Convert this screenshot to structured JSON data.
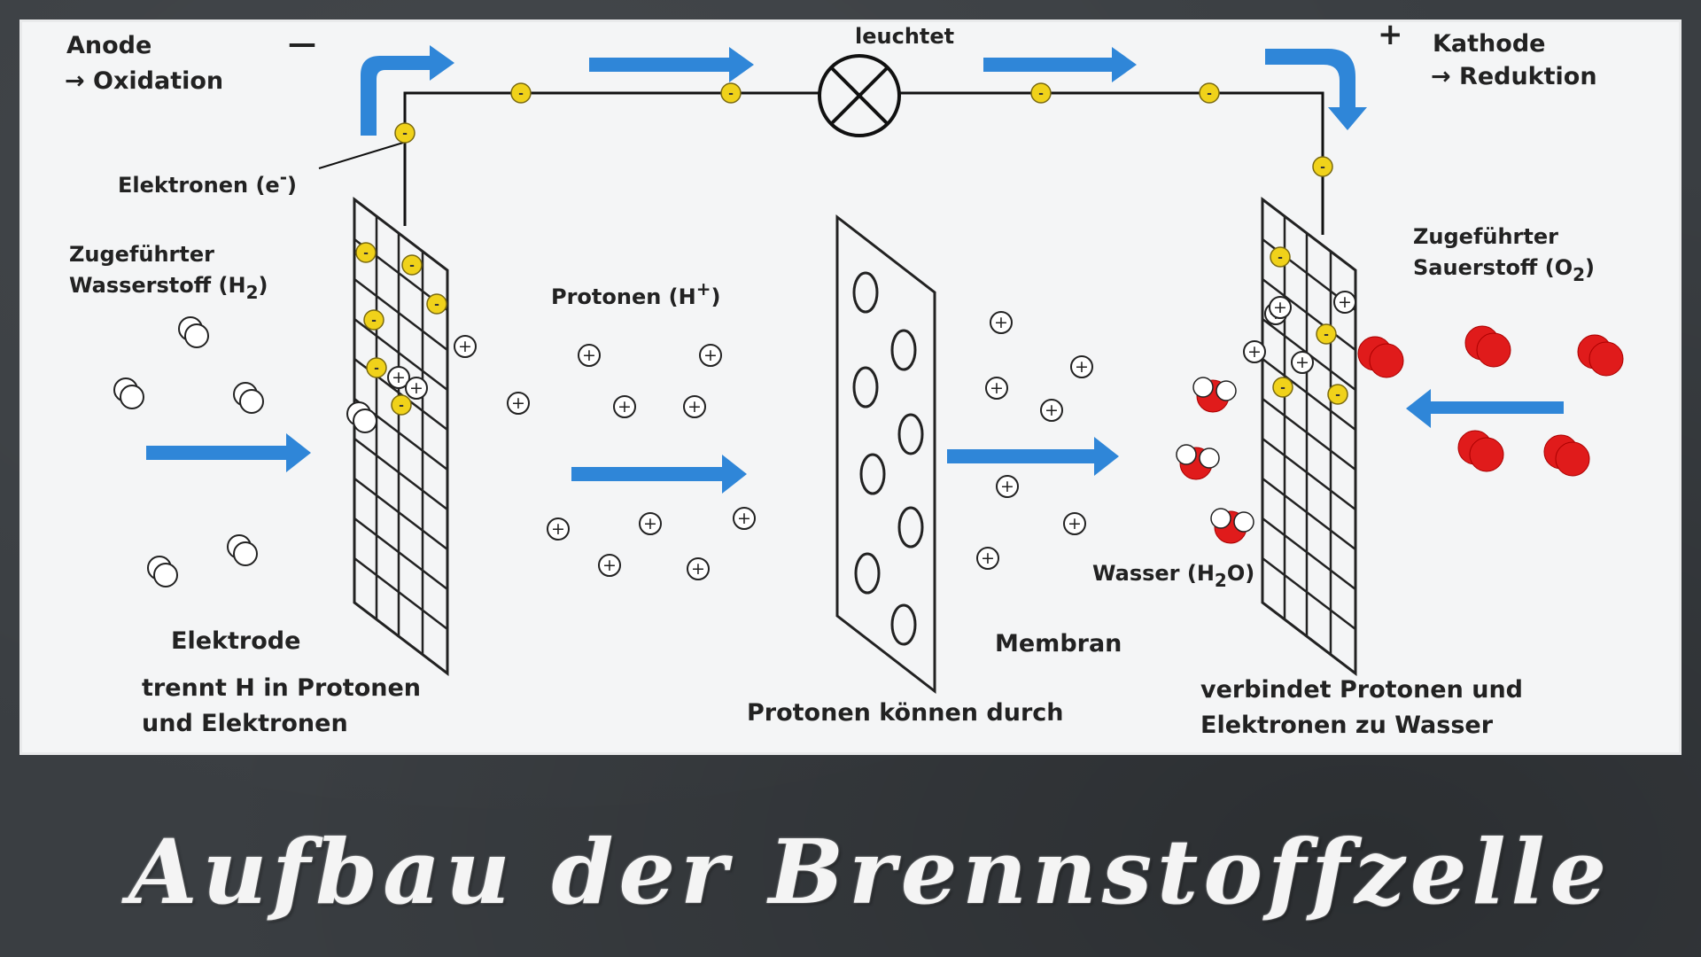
{
  "labels": {
    "anode": "Anode",
    "anode_process": "→ Oxidation",
    "anode_sign": "—",
    "cathode": "Kathode",
    "cathode_process": "→ Reduktion",
    "cathode_sign": "+",
    "lamp": "leuchtet",
    "electrons_main": "Elektronen (e",
    "electrons_sup": "-",
    "electrons_end": ")",
    "hydrogen_line1": "Zugeführter",
    "hydrogen_line2_main": "Wasserstoff (H",
    "hydrogen_line2_sub": "2",
    "hydrogen_line2_end": ")",
    "protons_main": "Protonen (H",
    "protons_sup": "+",
    "protons_end": ")",
    "oxygen_line1": "Zugeführter",
    "oxygen_line2_main": "Sauerstoff (O",
    "oxygen_line2_sub": "2",
    "oxygen_line2_end": ")",
    "water_main": "Wasser (H",
    "water_sub": "2",
    "water_end": "O)",
    "electrode_title": "Elektrode",
    "electrode_desc_line1": "trennt H in Protonen",
    "electrode_desc_line2": "und Elektronen",
    "membrane_title": "Membran",
    "membrane_desc": "Protonen können durch",
    "cathode_desc_line1": "verbindet Protonen und",
    "cathode_desc_line2": "Elektronen zu Wasser",
    "electron_symbol": "-",
    "proton_symbol": "+"
  },
  "caption": "Aufbau der Brennstoffzelle",
  "colors": {
    "arrow": "#2f86d8",
    "electron": "#f0d21a",
    "oxygen": "#e01b1b",
    "background": "#3a3e42",
    "panel": "#f4f5f6"
  }
}
